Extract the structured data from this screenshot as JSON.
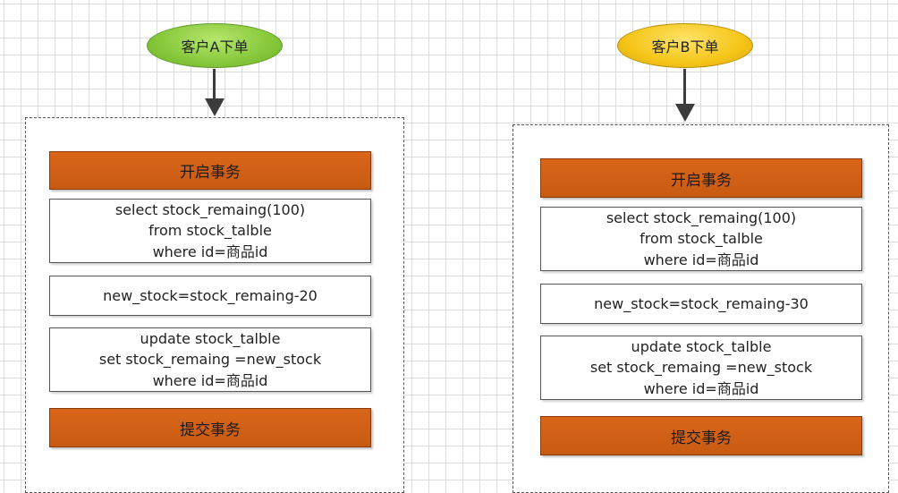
{
  "left": {
    "trigger": "客户A下单",
    "begin": "开启事务",
    "select": [
      "select stock_remaing(100)",
      "from stock_talble",
      "where id=商品id"
    ],
    "compute": "new_stock=stock_remaing-20",
    "update": [
      "update stock_talble",
      "set stock_remaing =new_stock",
      "where id=商品id"
    ],
    "commit": "提交事务"
  },
  "right": {
    "trigger": "客户B下单",
    "begin": "开启事务",
    "select": [
      "select stock_remaing(100)",
      "from stock_talble",
      "where id=商品id"
    ],
    "compute": "new_stock=stock_remaing-30",
    "update": [
      "update stock_talble",
      "set stock_remaing =new_stock",
      "where id=商品id"
    ],
    "commit": "提交事务"
  },
  "colors": {
    "trigger_a": "#86c83a",
    "trigger_b": "#f5c518",
    "transaction_box": "#d9661a"
  }
}
